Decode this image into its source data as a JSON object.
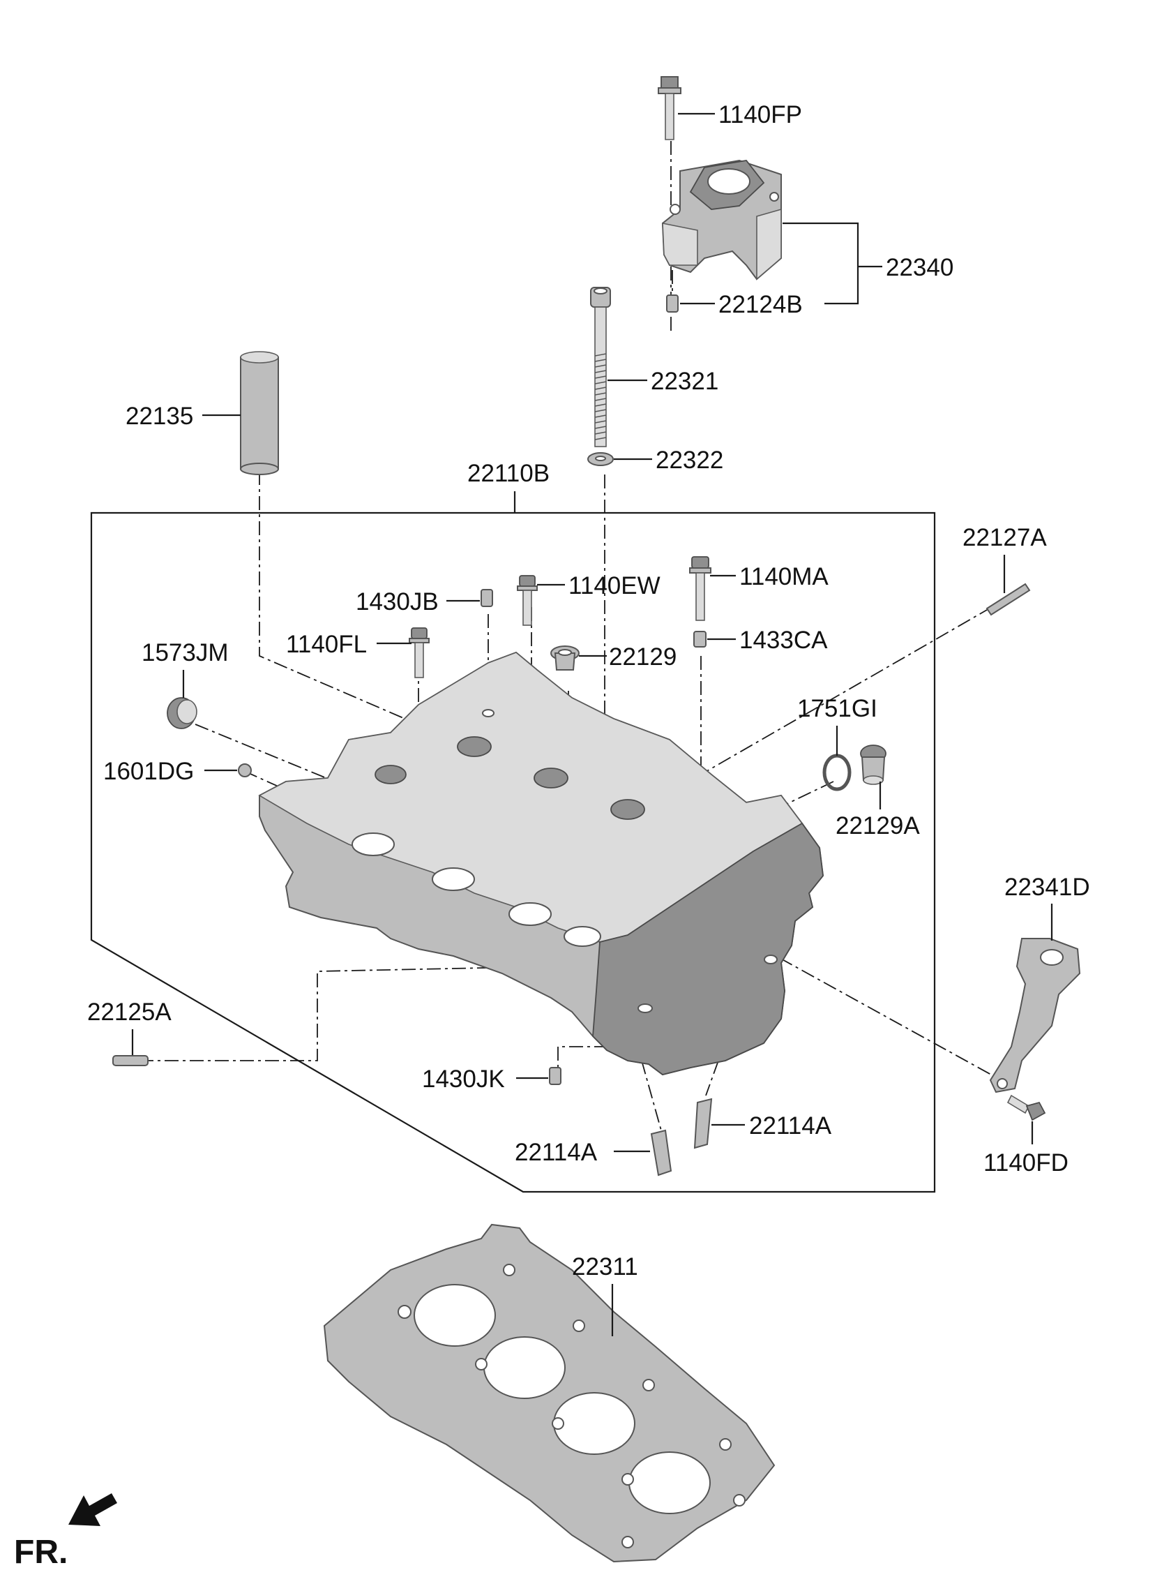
{
  "parts": {
    "p1140FP": "1140FP",
    "p22340": "22340",
    "p22124B": "22124B",
    "p22321": "22321",
    "p22322": "22322",
    "p22135": "22135",
    "p22110B": "22110B",
    "p22127A": "22127A",
    "p1140MA": "1140MA",
    "p1140EW": "1140EW",
    "p1430JB": "1430JB",
    "p1140FL": "1140FL",
    "p1433CA": "1433CA",
    "p22129": "22129",
    "p1573JM": "1573JM",
    "p1751GI": "1751GI",
    "p1601DG": "1601DG",
    "p22129A": "22129A",
    "p22341D": "22341D",
    "p22125A": "22125A",
    "p1430JK": "1430JK",
    "p22114A_right": "22114A",
    "p22114A_left": "22114A",
    "p1140FD": "1140FD",
    "p22311": "22311"
  },
  "direction": {
    "label": "FR."
  }
}
